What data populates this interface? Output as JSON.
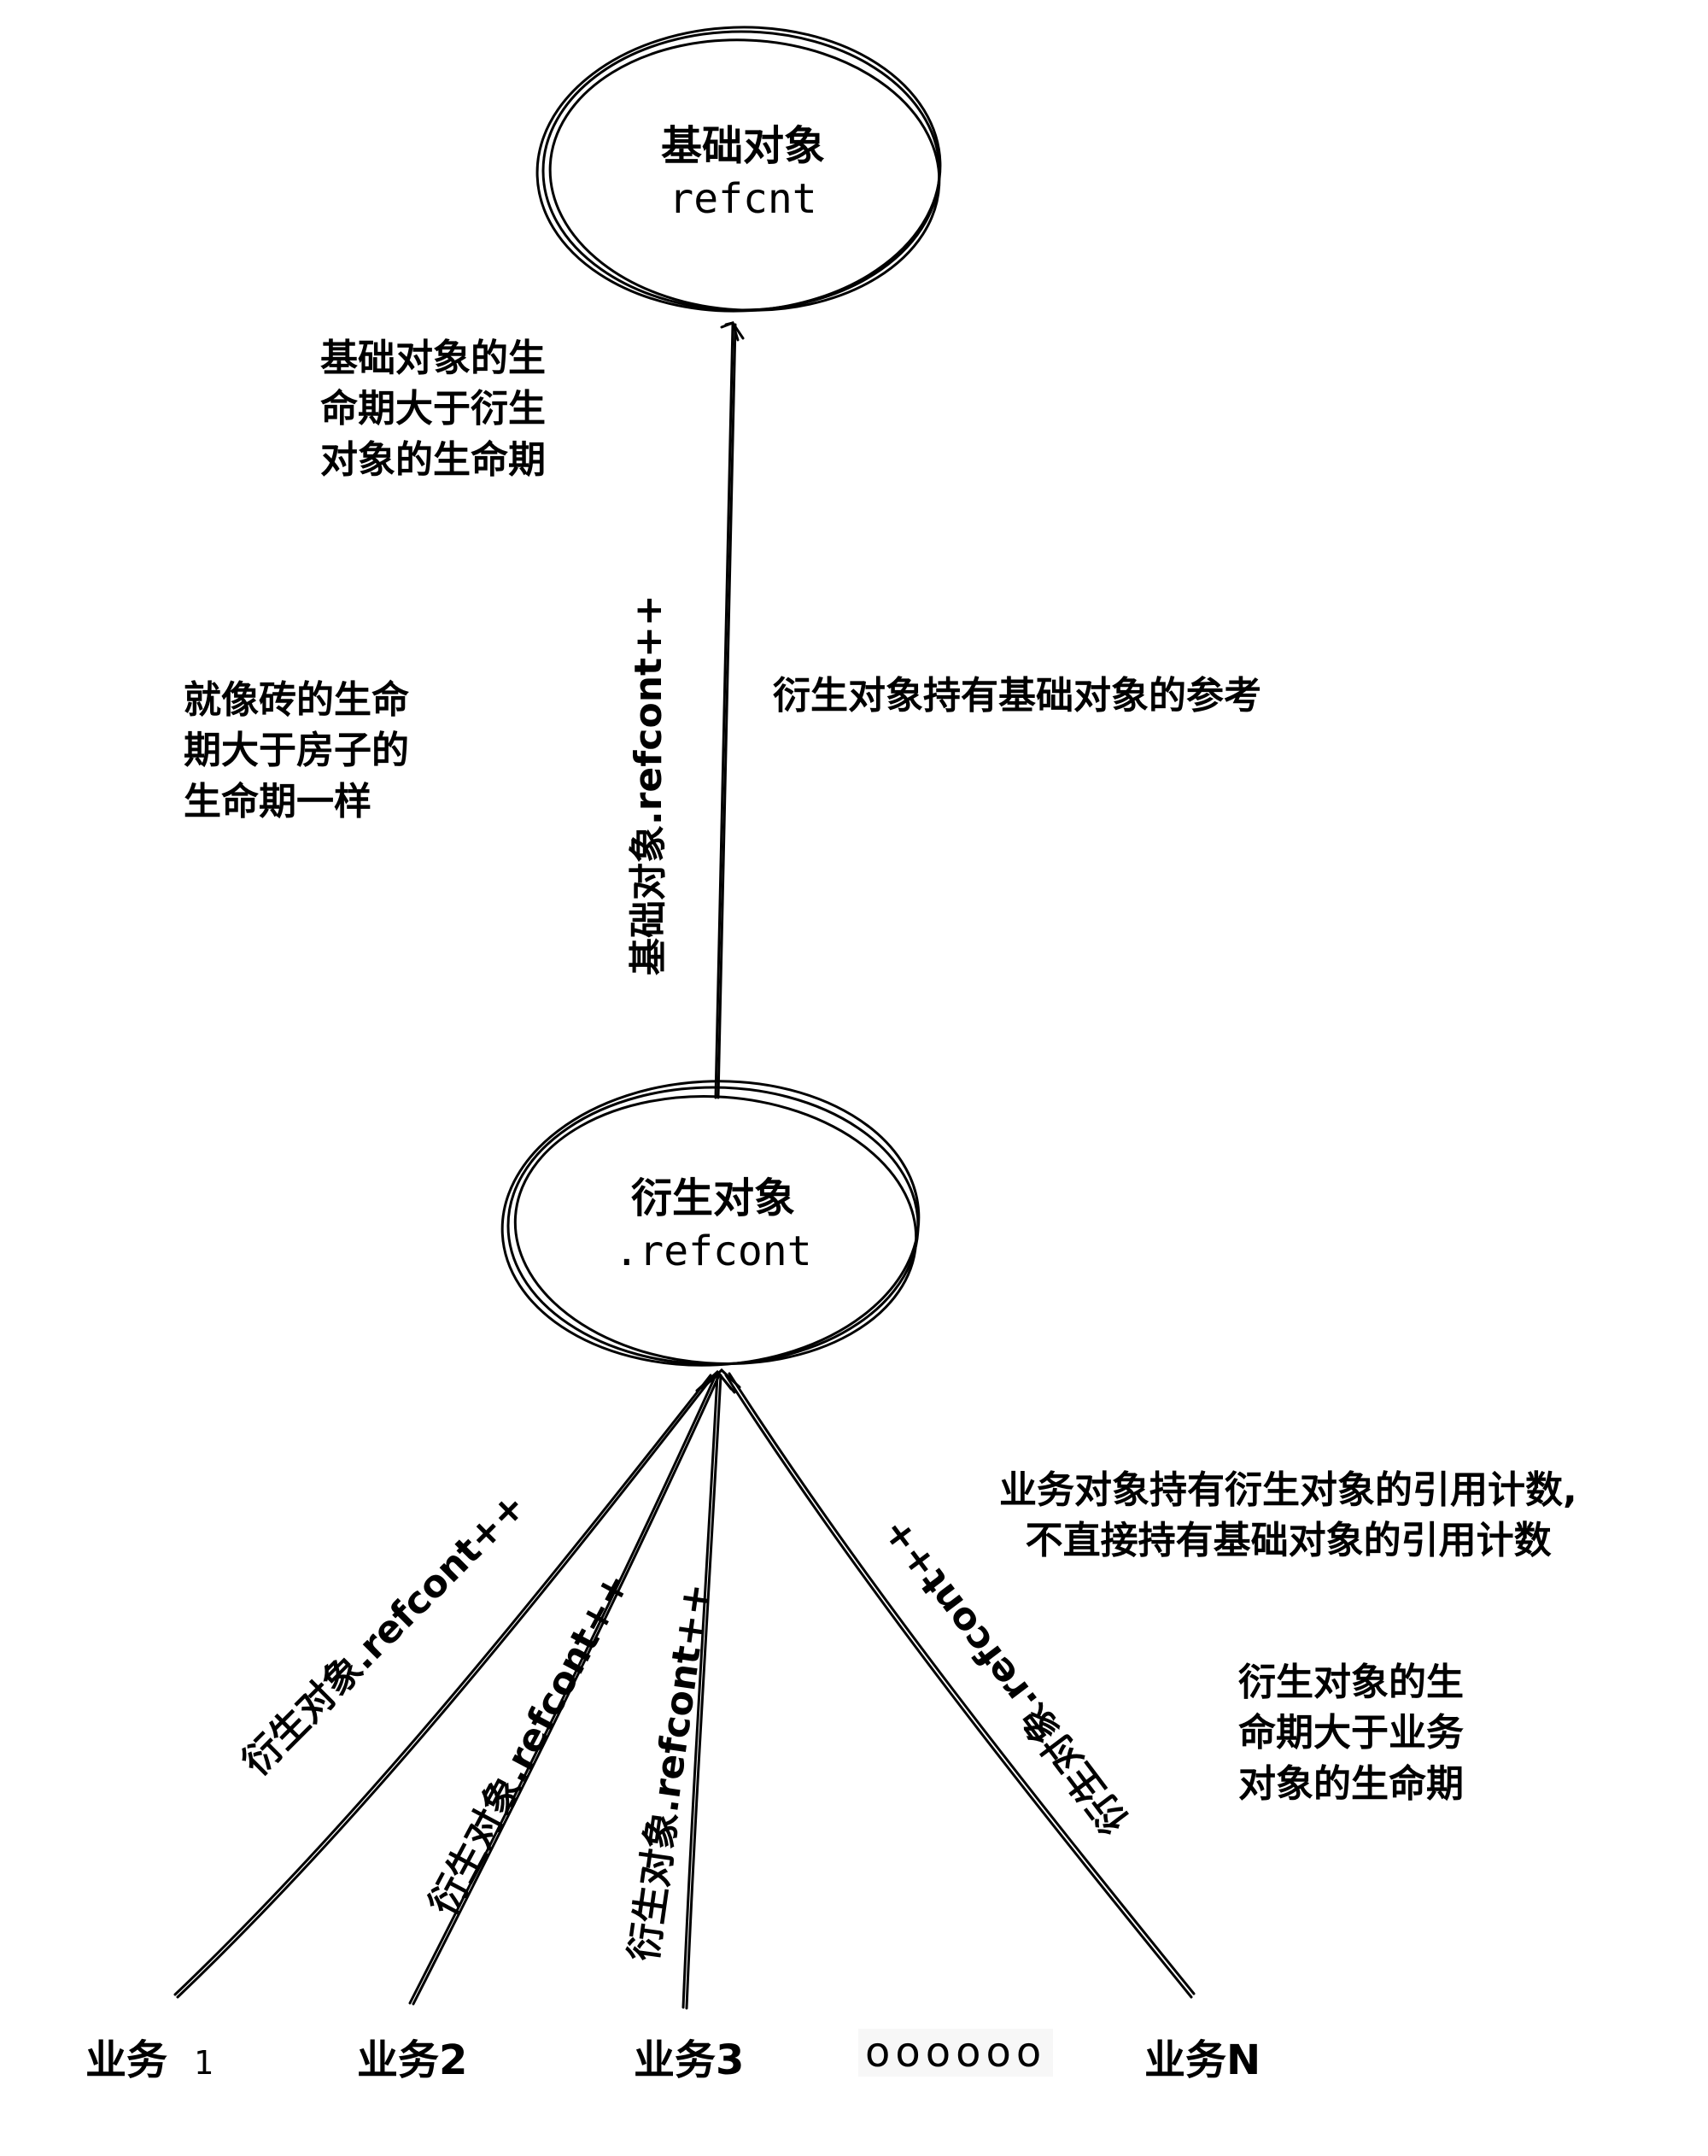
{
  "base_object": {
    "title": "基础对象",
    "field": "refcnt"
  },
  "derived_object": {
    "title": "衍生对象",
    "field": ".refcont"
  },
  "edges": {
    "derived_to_base": "基础对象.refcont++",
    "biz1": "衍生对象.refcont++",
    "biz2": "衍生对象.refcont++",
    "biz3": "衍生对象.refcont++",
    "bizN": "衍生对象.refcont++"
  },
  "notes": {
    "base_lifetime": "基础对象的生\n命期大于衍生\n对象的生命期",
    "brick_analogy": "就像砖的生命\n期大于房子的\n生命期一样",
    "derived_holds_ref": "衍生对象持有基础对象的参考",
    "biz_holds_ref": "业务对象持有衍生对象的引用计数,\n  不直接持有基础对象的引用计数",
    "derived_lifetime": "衍生对象的生\n命期大于业务\n对象的生命期"
  },
  "business": {
    "b1_name": "业务",
    "b1_num": "1",
    "b2": "业务2",
    "b3": "业务3",
    "ellipsis": "oooooo",
    "bN": "业务N"
  }
}
